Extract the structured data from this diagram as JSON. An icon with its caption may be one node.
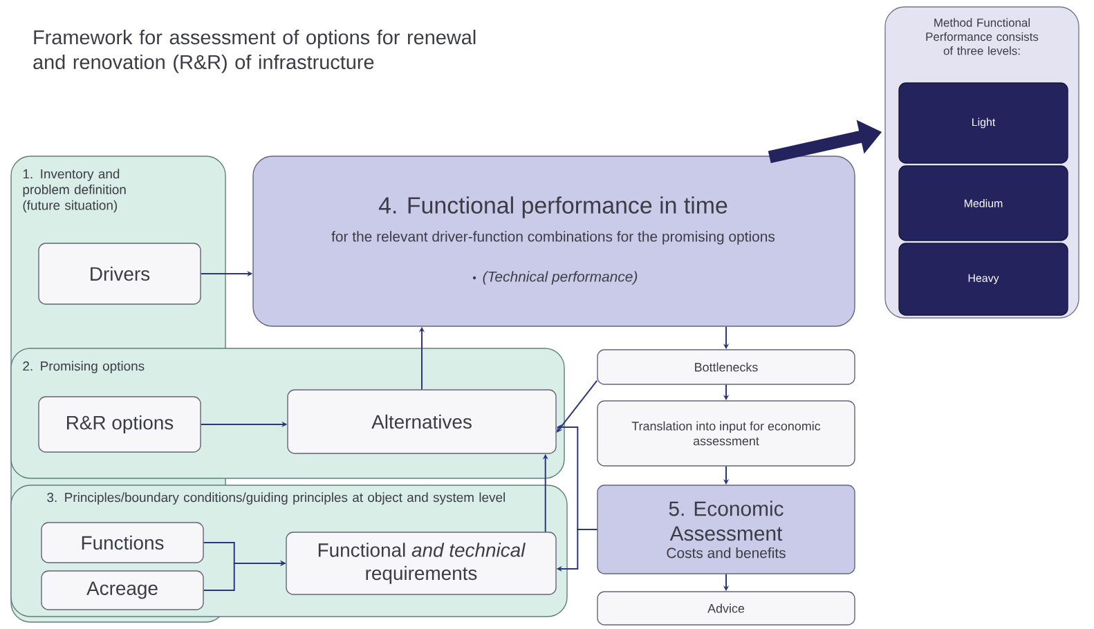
{
  "diagram": {
    "title": "Framework for assessment of options for renewal and renovation (R&R) of infrastructure",
    "nodes": [
      {
        "text": [
          "1. Inventory and problem definition (future situation)"
        ]
      },
      {
        "text": [
          "Drivers"
        ],
        "in": 0
      },
      {
        "text": [
          "4. Functional performance in time",
          "for the relevant driver-function combinations for the promising options",
          "*(Technical performance)*"
        ]
      },
      {
        "text": [
          "Method Functional Performance consists of three levels:"
        ]
      },
      {
        "text": [
          "Light"
        ],
        "in": 3
      },
      {
        "text": [
          "Medium"
        ],
        "in": 3
      },
      {
        "text": [
          "Heavy"
        ],
        "in": 3
      },
      {
        "text": [
          "2. Promising options"
        ]
      },
      {
        "text": [
          "R&R options"
        ]
      },
      {
        "text": [
          "Alternatives"
        ],
        "in": 7
      },
      {
        "text": [
          "3. Principles/boundary conditions/guiding principles at object and system level"
        ]
      },
      {
        "text": [
          "Functions"
        ]
      },
      {
        "text": [
          "Acreage"
        ]
      },
      {
        "text": [
          "Functional *and technical* requirements"
        ],
        "in": 10
      },
      {
        "text": [
          "Bottlenecks"
        ]
      },
      {
        "text": [
          "Translation into input for economic assessment"
        ]
      },
      {
        "text": [
          "5. Economic Assessment",
          "Costs and benefits"
        ]
      },
      {
        "text": [
          "Advice"
        ]
      }
    ],
    "edges": [
      {
        "from": 1,
        "to": 2,
        "arrow": "to"
      },
      {
        "from": 8,
        "to": 9,
        "arrow": "to"
      },
      {
        "from": 9,
        "to": 2,
        "arrow": "to"
      },
      {
        "from": 13,
        "to": 9,
        "arrow": "to"
      },
      {
        "from": 11,
        "to": 13,
        "arrow": "to"
      },
      {
        "from": 12,
        "to": 13,
        "arrow": "to"
      },
      {
        "from": 2,
        "to": 14,
        "arrow": "to"
      },
      {
        "from": 14,
        "to": 15,
        "arrow": "to"
      },
      {
        "from": 15,
        "to": 16,
        "arrow": "to"
      },
      {
        "from": 16,
        "to": 17,
        "arrow": "to"
      },
      {
        "from": 14,
        "to": 9,
        "arrow": "to"
      },
      {
        "from": 16,
        "to": 13,
        "arrow": "to"
      },
      {
        "from": 16,
        "to": 9,
        "arrow": "to"
      },
      {
        "from": 2,
        "to": 3,
        "arrow": "to",
        "style": "thick",
        "color": "#25235e"
      }
    ]
  }
}
